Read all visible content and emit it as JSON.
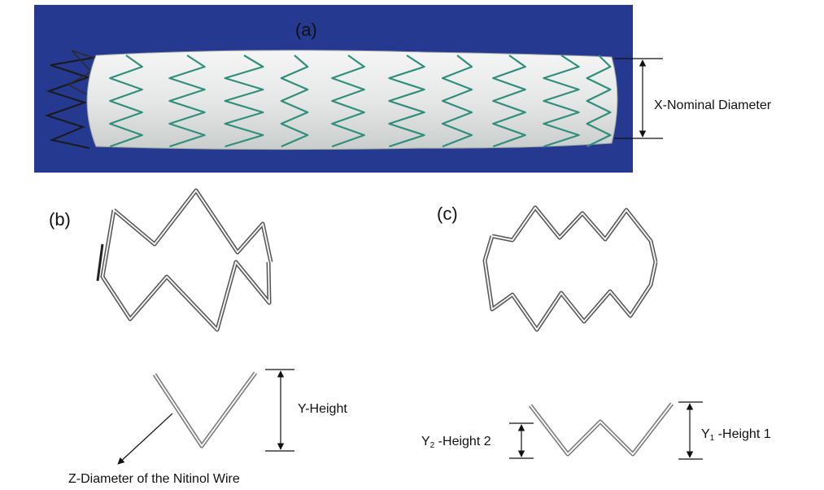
{
  "panels": {
    "a": {
      "label": "(a)"
    },
    "b": {
      "label": "(b)"
    },
    "c": {
      "label": "(c)"
    }
  },
  "annotations": {
    "x_nominal_diameter": "X-Nominal Diameter",
    "y_height": "Y-Height",
    "z_diameter": "Z-Diameter of the Nitinol Wire",
    "y2_prefix": "Y",
    "y2_sub": "2",
    "y2_text": " -Height 2",
    "y1_prefix": "Y",
    "y1_sub": "1",
    "y1_text": " -Height 1"
  },
  "colors": {
    "photo_background": "#24398f",
    "graft_fabric": "#e9ebea",
    "stent_wire_green": "#2f8f7a",
    "wire_gray": "#5a5a5a",
    "text": "#111111"
  }
}
